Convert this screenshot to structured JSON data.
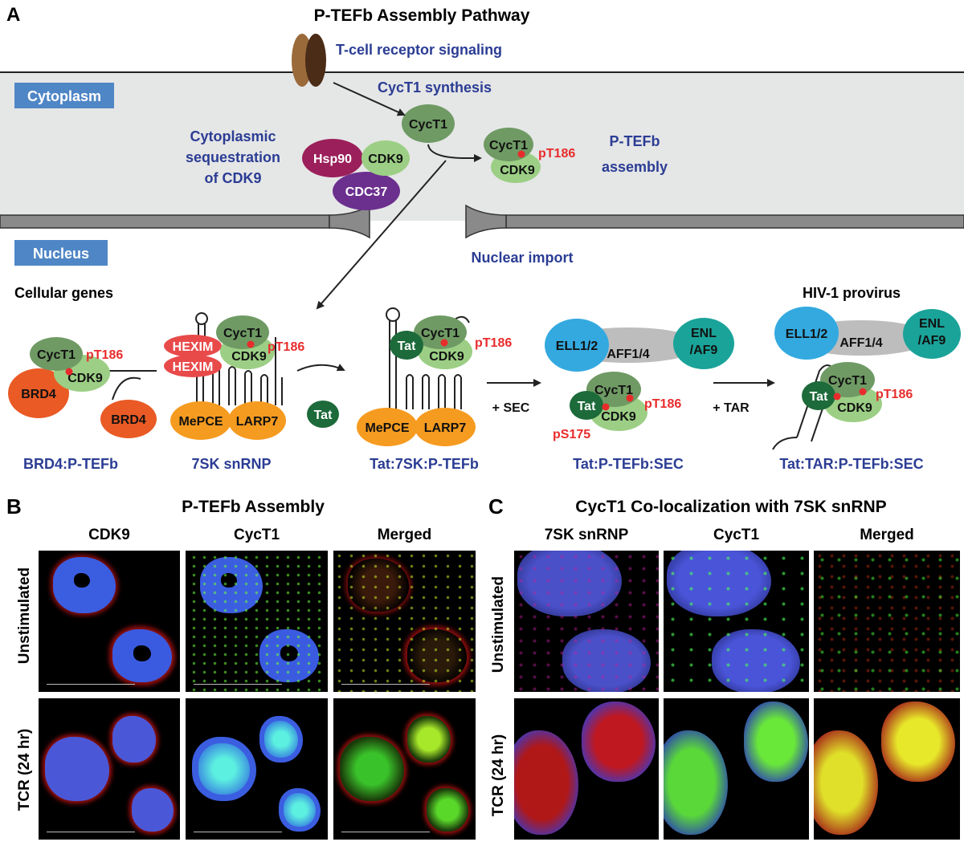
{
  "panel_a": {
    "letter": "A",
    "title": "P-TEFb Assembly  Pathway",
    "tcr_signaling": "T-cell receptor signaling",
    "cyct1_synthesis": "CycT1 synthesis",
    "cytoplasm_label": "Cytoplasm",
    "nucleus_label": "Nucleus",
    "sequestration": [
      "Cytoplasmic",
      "sequestration",
      "of CDK9"
    ],
    "ptefb_assembly": [
      "P-TEFb",
      "assembly"
    ],
    "nuclear_import": "Nuclear import",
    "cellular_genes": "Cellular genes",
    "hiv_provirus": "HIV-1 provirus",
    "step_sec": "+ SEC",
    "step_tar": "+ TAR",
    "proteins": {
      "cyct1": "CycT1",
      "cdk9": "CDK9",
      "hsp90": "Hsp90",
      "cdc37": "CDC37",
      "brd4": "BRD4",
      "hexim": "HEXIM",
      "mepce": "MePCE",
      "larp7": "LARP7",
      "tat": "Tat",
      "ell": "ELL1/2",
      "aff": "AFF1/4",
      "enl": [
        "ENL",
        "/AF9"
      ]
    },
    "phospho": {
      "pt186": "pT186",
      "ps175": "pS175"
    },
    "complexes": [
      "BRD4:P-TEFb",
      "7SK snRNP",
      "Tat:7SK:P-TEFb",
      "Tat:P-TEFb:SEC",
      "Tat:TAR:P-TEFb:SEC"
    ]
  },
  "panel_b": {
    "letter": "B",
    "title": "P-TEFb Assembly",
    "columns": [
      "CDK9",
      "CycT1",
      "Merged"
    ],
    "rows": [
      "Unstimulated",
      "TCR (24 hr)"
    ]
  },
  "panel_c": {
    "letter": "C",
    "title": "CycT1 Co-localization with 7SK snRNP",
    "columns": [
      "7SK snRNP",
      "CycT1",
      "Merged"
    ],
    "rows": [
      "Unstimulated",
      "TCR (24 hr)"
    ]
  },
  "colors": {
    "cyct1": "#6f9a64",
    "cdk9": "#9ccf85",
    "hsp90": "#9b1f5a",
    "cdc37": "#6b2f8e",
    "brd4": "#e95a25",
    "hexim": "#e84a4a",
    "orange": "#f59b20",
    "tat": "#1d6a3a",
    "ell": "#33a9e0",
    "aff": "#bdbdbd",
    "enl": "#1aa399",
    "phospho": "#e82c2c",
    "label_blue": "#2b3d94",
    "cytoplasm_bg": "#e5e6e6",
    "tag_bg": "#4f86c6"
  }
}
